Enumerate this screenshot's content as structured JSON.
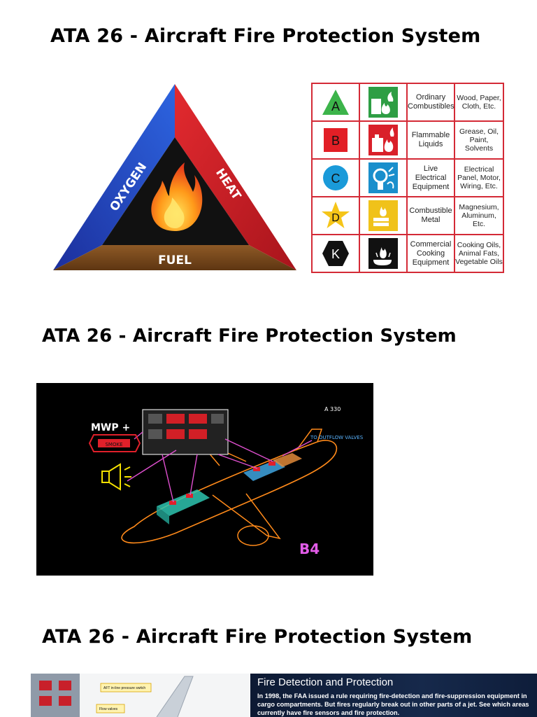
{
  "headings": [
    "ATA  26 - Aircraft Fire Protection System",
    "ATA  26 - Aircraft Fire Protection System",
    "ATA  26 - Aircraft Fire Protection System"
  ],
  "fire_triangle": {
    "left_side": "OXYGEN",
    "right_side": "HEAT",
    "base": "FUEL",
    "colors": {
      "oxygen": "#1e47c8",
      "heat": "#d6202a",
      "fuel": "#7a4a1c",
      "inner": "#111111"
    }
  },
  "fire_classes": [
    {
      "letter": "A",
      "shape": "triangle",
      "color": "#3cb44a",
      "icon": "trash-fire-icon",
      "type": "Ordinary Combustibles",
      "examples": "Wood, Paper, Cloth, Etc."
    },
    {
      "letter": "B",
      "shape": "square",
      "color": "#e21f26",
      "icon": "gas-can-fire-icon",
      "type": "Flammable Liquids",
      "examples": "Grease, Oil, Paint, Solvents"
    },
    {
      "letter": "C",
      "shape": "circle",
      "color": "#1a9ad9",
      "icon": "electrical-plug-icon",
      "type": "Live Electrical Equipment",
      "examples": "Electrical Panel, Motor, Wiring, Etc."
    },
    {
      "letter": "D",
      "shape": "star",
      "color": "#f5c518",
      "icon": "metal-gear-fire-icon",
      "type": "Combustible Metal",
      "examples": "Magnesium, Aluminum, Etc."
    },
    {
      "letter": "K",
      "shape": "hexagon",
      "color": "#111111",
      "icon": "cooking-pan-fire-icon",
      "type": "Commercial Cooking Equipment",
      "examples": "Cooking Oils, Animal Fats, Vegetable Oils"
    }
  ],
  "aircraft_diagram": {
    "model": "A 330",
    "warning": "MWP +",
    "smoke": "SMOKE",
    "outflow": "TO OUTFLOW VALVES",
    "panel_id": "B4"
  },
  "bottom_panel": {
    "title": "Fire Detection and Protection",
    "text": "In 1998, the FAA issued a rule requiring fire-detection and fire-suppression equipment in cargo compartments. But fires regularly break out in other parts of a jet. See which areas currently have fire sensors and fire protection.",
    "left_labels": [
      "AFT in-line pressure switch",
      "Flow valves"
    ]
  }
}
